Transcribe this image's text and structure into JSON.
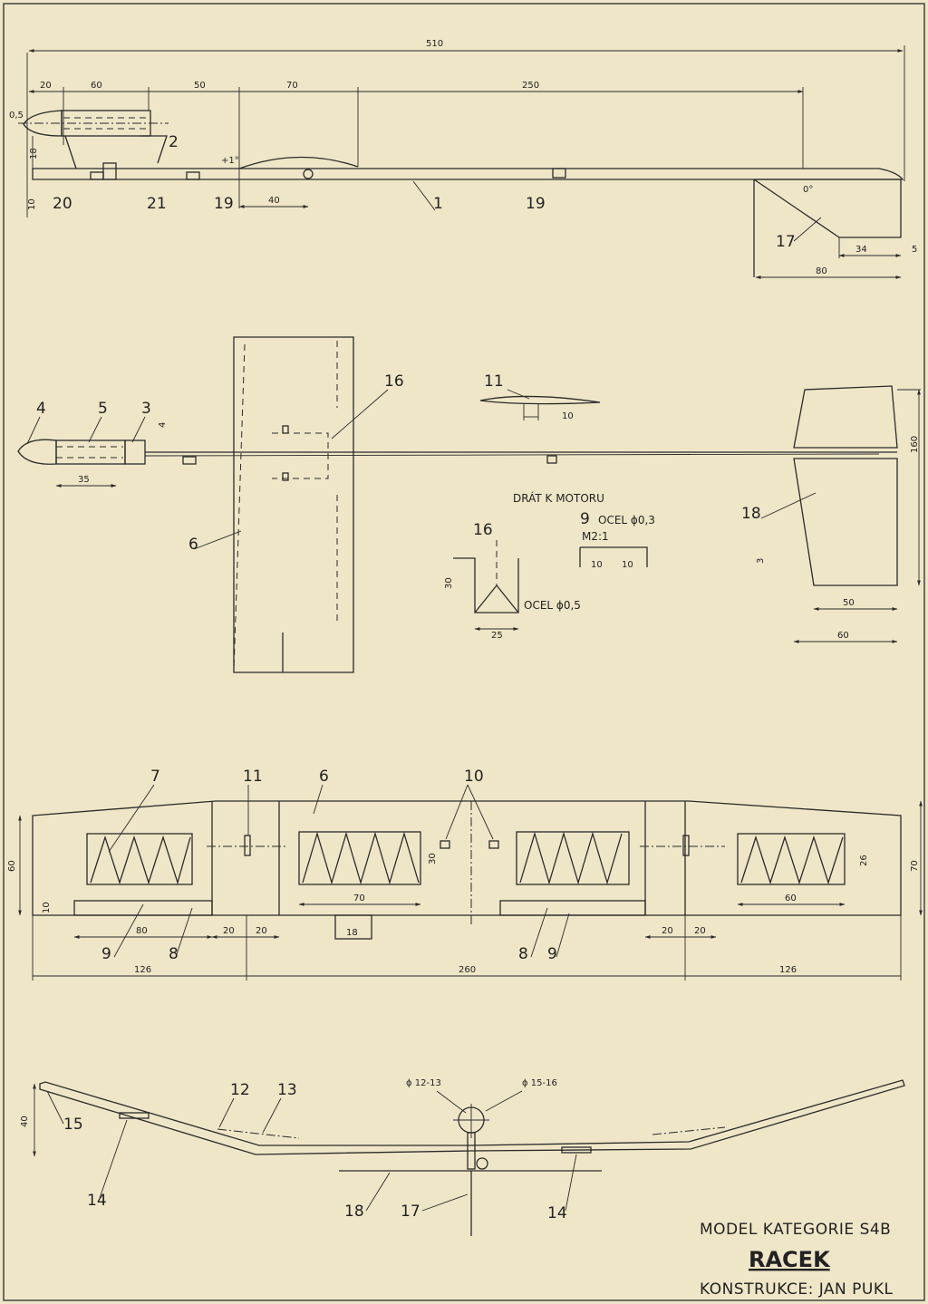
{
  "title_block": {
    "line1": "MODEL KATEGORIE S4B",
    "name": "RACEK",
    "line3": "KONSTRUKCE: JAN PUKL"
  },
  "side_view": {
    "dims": {
      "overall": "510",
      "d20": "20",
      "d60": "60",
      "d50": "50",
      "d70": "70",
      "d250": "250",
      "d05": "0,5",
      "d18": "18",
      "d10": "10",
      "d40": "40",
      "d80": "80",
      "d34": "34",
      "d5": "5",
      "angle_wing": "+1°",
      "angle_tail": "0°"
    },
    "parts": {
      "p1": "1",
      "p2": "2",
      "p17": "17",
      "p19a": "19",
      "p19b": "19",
      "p20": "20",
      "p21": "21"
    }
  },
  "top_view": {
    "dims": {
      "d35": "35",
      "d4": "4",
      "d10": "10",
      "d160": "160",
      "d3": "3",
      "d50": "50",
      "d60": "60",
      "d30": "30",
      "d25": "25",
      "d10a": "10",
      "d10b": "10"
    },
    "parts": {
      "p3": "3",
      "p4": "4",
      "p5": "5",
      "p6": "6",
      "p11": "11",
      "p16a": "16",
      "p16b": "16",
      "p18": "18",
      "p9": "9"
    },
    "notes": {
      "wire": "DRÁT K MOTORU",
      "steel05": "OCEL ϕ0,5",
      "steel03": "OCEL ϕ0,3",
      "scale": "M2:1"
    }
  },
  "wing_plan": {
    "dims": {
      "d60": "60",
      "d70r": "70",
      "d10": "10",
      "d30": "30",
      "d26": "26",
      "d70": "70",
      "d60b": "60",
      "d80": "80",
      "d18": "18",
      "d20a": "20",
      "d20b": "20",
      "d20c": "20",
      "d20d": "20",
      "d126a": "126",
      "d260": "260",
      "d126b": "126"
    },
    "parts": {
      "p6": "6",
      "p7": "7",
      "p8a": "8",
      "p8b": "8",
      "p9a": "9",
      "p9b": "9",
      "p10": "10",
      "p11": "11"
    }
  },
  "front_view": {
    "dims": {
      "d40": "40",
      "dia1": "ϕ 12-13",
      "dia2": "ϕ 15-16"
    },
    "parts": {
      "p12": "12",
      "p13": "13",
      "p14a": "14",
      "p14b": "14",
      "p15": "15",
      "p17": "17",
      "p18": "18"
    }
  }
}
